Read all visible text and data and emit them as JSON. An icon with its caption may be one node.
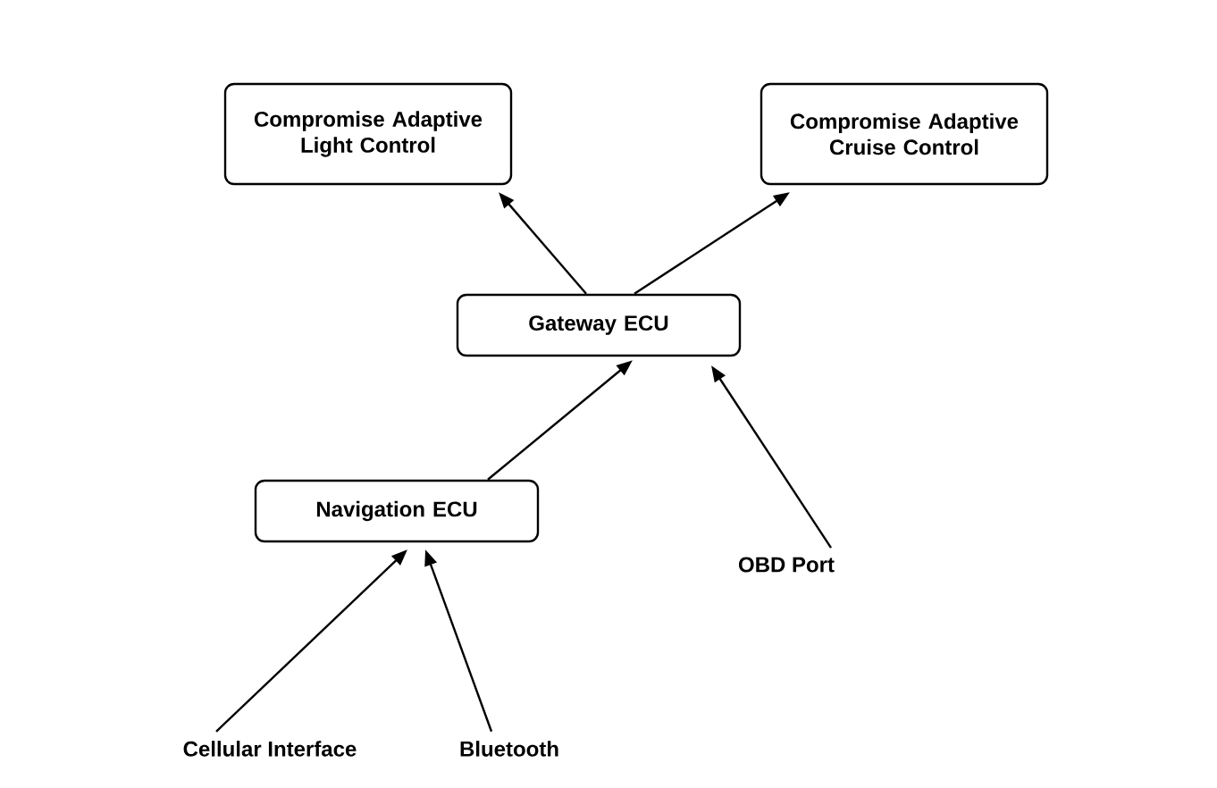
{
  "diagram": {
    "nodes": [
      {
        "text": [
          "Compromise Adaptive Light Control"
        ]
      },
      {
        "text": [
          "Compromise Adaptive Cruise Control"
        ]
      },
      {
        "text": [
          "Gateway ECU"
        ]
      },
      {
        "text": [
          "Navigation ECU"
        ]
      },
      {
        "text": [
          "OBD Port"
        ]
      },
      {
        "text": [
          "Cellular Interface"
        ]
      },
      {
        "text": [
          "Bluetooth"
        ]
      }
    ],
    "edges": [
      {
        "from": 2,
        "to": 0,
        "arrow": "to"
      },
      {
        "from": 2,
        "to": 1,
        "arrow": "to"
      },
      {
        "from": 3,
        "to": 2,
        "arrow": "to"
      },
      {
        "from": 4,
        "to": 2,
        "arrow": "to"
      },
      {
        "from": 5,
        "to": 3,
        "arrow": "to"
      },
      {
        "from": 6,
        "to": 3,
        "arrow": "to"
      }
    ]
  }
}
